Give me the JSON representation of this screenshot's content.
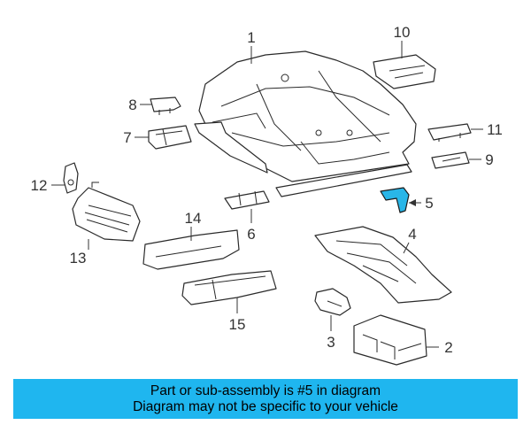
{
  "diagram": {
    "callouts": [
      {
        "id": "1",
        "label": "1"
      },
      {
        "id": "2",
        "label": "2"
      },
      {
        "id": "3",
        "label": "3"
      },
      {
        "id": "4",
        "label": "4"
      },
      {
        "id": "5",
        "label": "5",
        "highlighted": true
      },
      {
        "id": "6",
        "label": "6"
      },
      {
        "id": "7",
        "label": "7"
      },
      {
        "id": "8",
        "label": "8"
      },
      {
        "id": "9",
        "label": "9"
      },
      {
        "id": "10",
        "label": "10"
      },
      {
        "id": "11",
        "label": "11"
      },
      {
        "id": "12",
        "label": "12"
      },
      {
        "id": "13",
        "label": "13"
      },
      {
        "id": "14",
        "label": "14"
      },
      {
        "id": "15",
        "label": "15"
      }
    ],
    "highlight_color": "#29b6e8"
  },
  "banner": {
    "line1": "Part or sub-assembly is #5 in diagram",
    "line2": "Diagram may not be specific to your vehicle",
    "background": "#1fb6ef"
  }
}
